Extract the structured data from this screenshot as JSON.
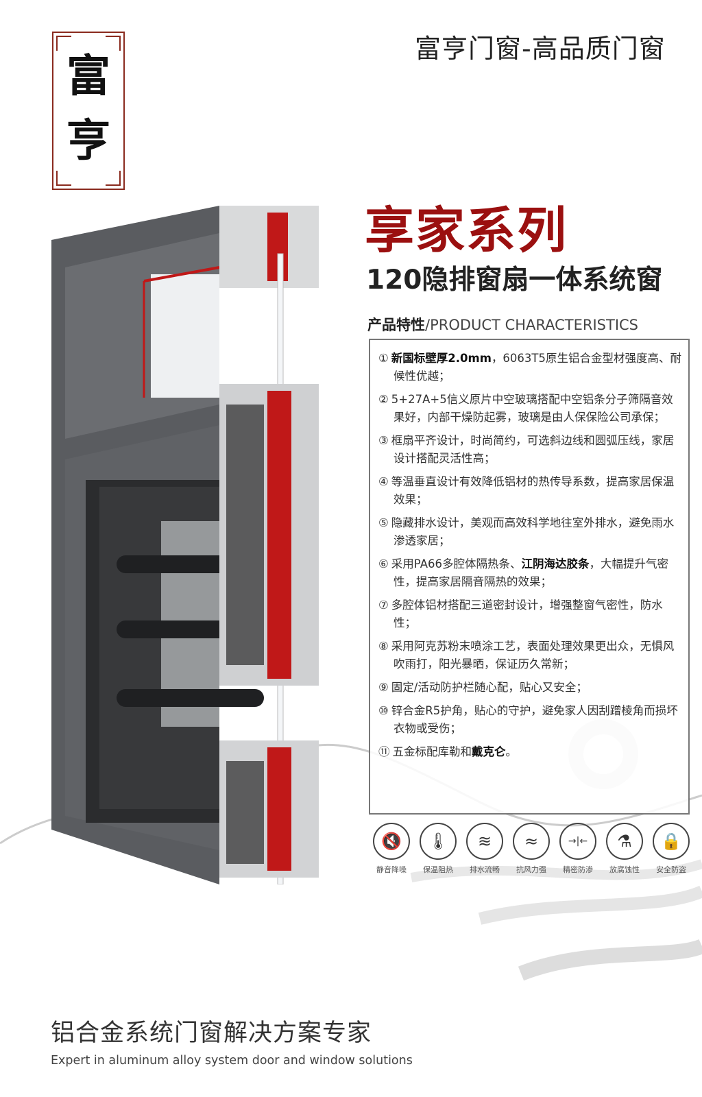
{
  "brand": {
    "logo_chars": [
      "富",
      "亨"
    ],
    "slogan": "富亨门窗-高品质门窗"
  },
  "product": {
    "series": "享家系列",
    "subtitle": "120隐排窗扇一体系统窗"
  },
  "characteristics": {
    "heading_cn": "产品特性",
    "heading_sep": "/",
    "heading_en": "PRODUCT CHARACTERISTICS",
    "items": [
      {
        "num": "①",
        "pre": "",
        "bold": "新国标壁厚2.0mm",
        "post": "，6063T5原生铝合金型材强度高、耐候性优越；"
      },
      {
        "num": "②",
        "pre": "5+27A+5信义原片中空玻璃搭配中空铝条分子筛隔音效果好，内部干燥防起雾，玻璃是由人保保险公司承保；",
        "bold": "",
        "post": ""
      },
      {
        "num": "③",
        "pre": "框扇平齐设计，时尚简约，可选斜边线和圆弧压线，家居设计搭配灵活性高；",
        "bold": "",
        "post": ""
      },
      {
        "num": "④",
        "pre": "等温垂直设计有效降低铝材的热传导系数，提高家居保温效果；",
        "bold": "",
        "post": ""
      },
      {
        "num": "⑤",
        "pre": "隐藏排水设计，美观而高效科学地往室外排水，避免雨水渗透家居；",
        "bold": "",
        "post": ""
      },
      {
        "num": "⑥",
        "pre": "采用PA66多腔体隔热条、",
        "bold": "江阴海达胶条",
        "post": "，大幅提升气密性，提高家居隔音隔热的效果；"
      },
      {
        "num": "⑦",
        "pre": "多腔体铝材搭配三道密封设计，增强整窗气密性，防水性；",
        "bold": "",
        "post": ""
      },
      {
        "num": "⑧",
        "pre": "采用阿克苏粉末喷涂工艺，表面处理效果更出众，无惧风吹雨打，阳光暴晒，保证历久常新；",
        "bold": "",
        "post": ""
      },
      {
        "num": "⑨",
        "pre": "固定/活动防护栏随心配，贴心又安全；",
        "bold": "",
        "post": ""
      },
      {
        "num": "⑩",
        "pre": "锌合金R5护角，贴心的守护，避免家人因刮蹭棱角而损坏衣物或受伤；",
        "bold": "",
        "post": ""
      },
      {
        "num": "⑪",
        "pre": "五金标配库勒和",
        "bold": "戴克仑",
        "post": "。"
      }
    ]
  },
  "features": [
    {
      "icon": "mute-icon",
      "glyph": "🔇",
      "label": "静音降噪"
    },
    {
      "icon": "thermometer-icon",
      "glyph": "🌡",
      "label": "保温阻热"
    },
    {
      "icon": "water-flow-icon",
      "glyph": "≋",
      "label": "排水流畅"
    },
    {
      "icon": "wind-icon",
      "glyph": "≈",
      "label": "抗风力强"
    },
    {
      "icon": "seal-arrows-icon",
      "glyph": "→|←",
      "label": "精密防渗"
    },
    {
      "icon": "corrosion-icon",
      "glyph": "⚗",
      "label": "放腐蚀性"
    },
    {
      "icon": "shield-lock-icon",
      "glyph": "🔒",
      "label": "安全防盗"
    }
  ],
  "footer": {
    "cn": "铝合金系统门窗解决方案专家",
    "en": "Expert in aluminum alloy system door and window solutions"
  },
  "colors": {
    "accent_red": "#9b1010",
    "frame_gray": "#55575b",
    "logo_border": "#8a2a1e"
  }
}
